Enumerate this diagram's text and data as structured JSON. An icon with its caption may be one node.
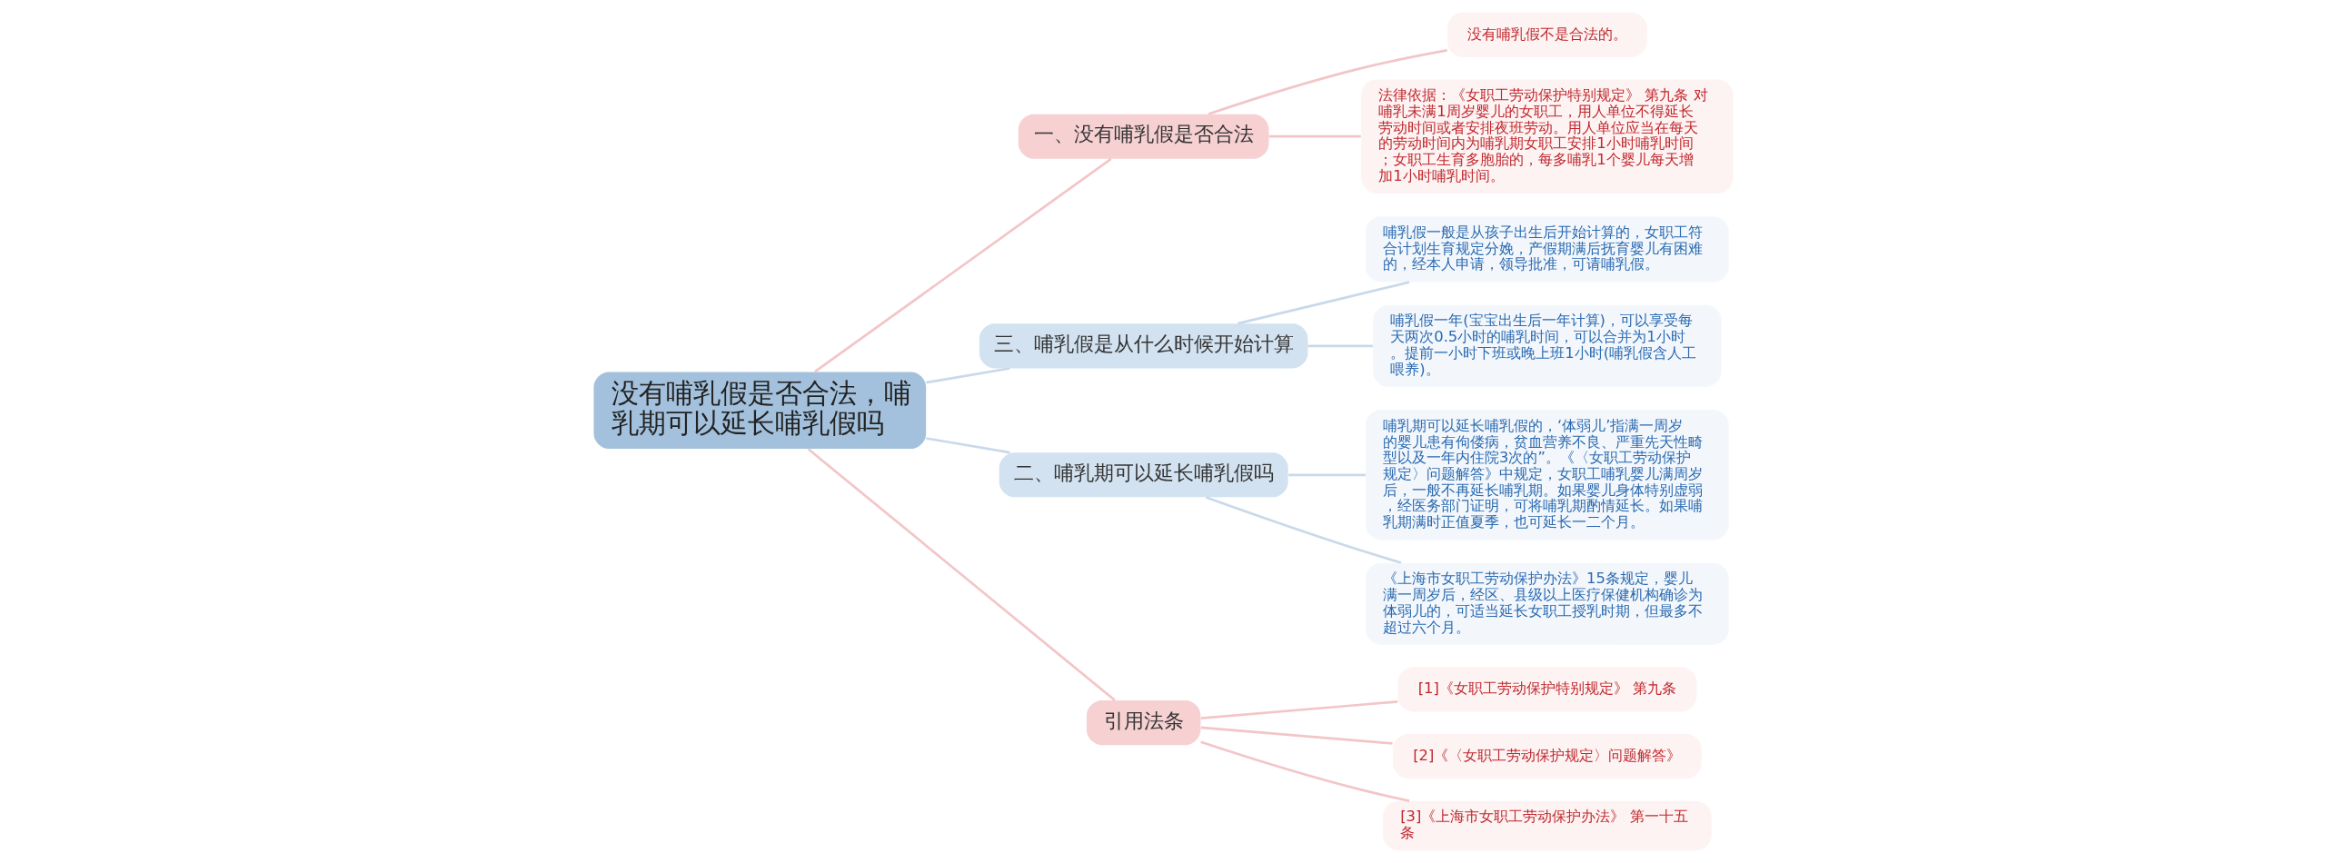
{
  "diagram": {
    "nodes": [
      {
        "text": [
          "没有哺乳假是否合法，哺乳期可以延长哺乳假吗"
        ]
      },
      {
        "text": [
          "一、没有哺乳假是否合法"
        ]
      },
      {
        "text": [
          "没有哺乳假不是合法的。"
        ]
      },
      {
        "text": [
          "法律依据：《女职工劳动保护特别规定》 第九条 对哺乳未满1周岁婴儿的女职工，用人单位不得延长劳动时间或者安排夜班劳动。用人单位应当在每天的劳动时间内为哺乳期女职工安排1小时哺乳时间；女职工生育多胞胎的，每多哺乳1个婴儿每天增加1小时哺乳时间。"
        ]
      },
      {
        "text": [
          "三、哺乳假是从什么时候开始计算"
        ]
      },
      {
        "text": [
          "哺乳假一般是从孩子出生后开始计算的，女职工符合计划生育规定分娩，产假期满后抚育婴儿有困难的，经本人申请，领导批准，可请哺乳假。"
        ]
      },
      {
        "text": [
          "哺乳假一年(宝宝出生后一年计算)，可以享受每天两次0.5小时的哺乳时间，可以合并为1小时。提前一小时下班或晚上班1小时(哺乳假含人工喂养)。"
        ]
      },
      {
        "text": [
          "二、哺乳期可以延长哺乳假吗"
        ]
      },
      {
        "text": [
          "哺乳期可以延长哺乳假的，‘体弱儿’指满一周岁的婴儿患有佝偻病，贫血营养不良、严重先天性畸型以及一年内住院3次的”。《〈女职工劳动保护规定〉问题解答》中规定，女职工哺乳婴儿满周岁后，一般不再延长哺乳期。如果婴儿身体特别虚弱，经医务部门证明，可将哺乳期酌情延长。如果哺乳期满时正值夏季，也可延长一二个月。"
        ]
      },
      {
        "text": [
          "《上海市女职工劳动保护办法》15条规定，婴儿满一周岁后，经区、县级以上医疗保健机构确诊为体弱儿的，可适当延长女职工授乳时期，但最多不超过六个月。"
        ]
      },
      {
        "text": [
          "引用法条"
        ]
      },
      {
        "text": [
          "[1]《女职工劳动保护特别规定》 第九条"
        ]
      },
      {
        "text": [
          "[2]《〈女职工劳动保护规定〉问题解答》"
        ]
      },
      {
        "text": [
          "[3]《上海市女职工劳动保护办法》 第一十五条"
        ]
      }
    ],
    "edges": [
      {
        "from": 0,
        "to": 1,
        "arrow": "none",
        "color": "#f2c6c8"
      },
      {
        "from": 1,
        "to": 2,
        "arrow": "none",
        "color": "#f2c6c8"
      },
      {
        "from": 1,
        "to": 3,
        "arrow": "none",
        "color": "#f2c6c8"
      },
      {
        "from": 0,
        "to": 4,
        "arrow": "none",
        "color": "#c9d9ea"
      },
      {
        "from": 4,
        "to": 5,
        "arrow": "none",
        "color": "#c9d9ea"
      },
      {
        "from": 4,
        "to": 6,
        "arrow": "none",
        "color": "#c9d9ea"
      },
      {
        "from": 0,
        "to": 7,
        "arrow": "none",
        "color": "#c9d9ea"
      },
      {
        "from": 7,
        "to": 8,
        "arrow": "none",
        "color": "#c9d9ea"
      },
      {
        "from": 7,
        "to": 9,
        "arrow": "none",
        "color": "#c9d9ea"
      },
      {
        "from": 0,
        "to": 10,
        "arrow": "none",
        "color": "#f2c6c8"
      },
      {
        "from": 10,
        "to": 11,
        "arrow": "none",
        "color": "#f2c6c8"
      },
      {
        "from": 10,
        "to": 12,
        "arrow": "none",
        "color": "#f2c6c8"
      },
      {
        "from": 10,
        "to": 13,
        "arrow": "none",
        "color": "#f2c6c8"
      }
    ]
  }
}
